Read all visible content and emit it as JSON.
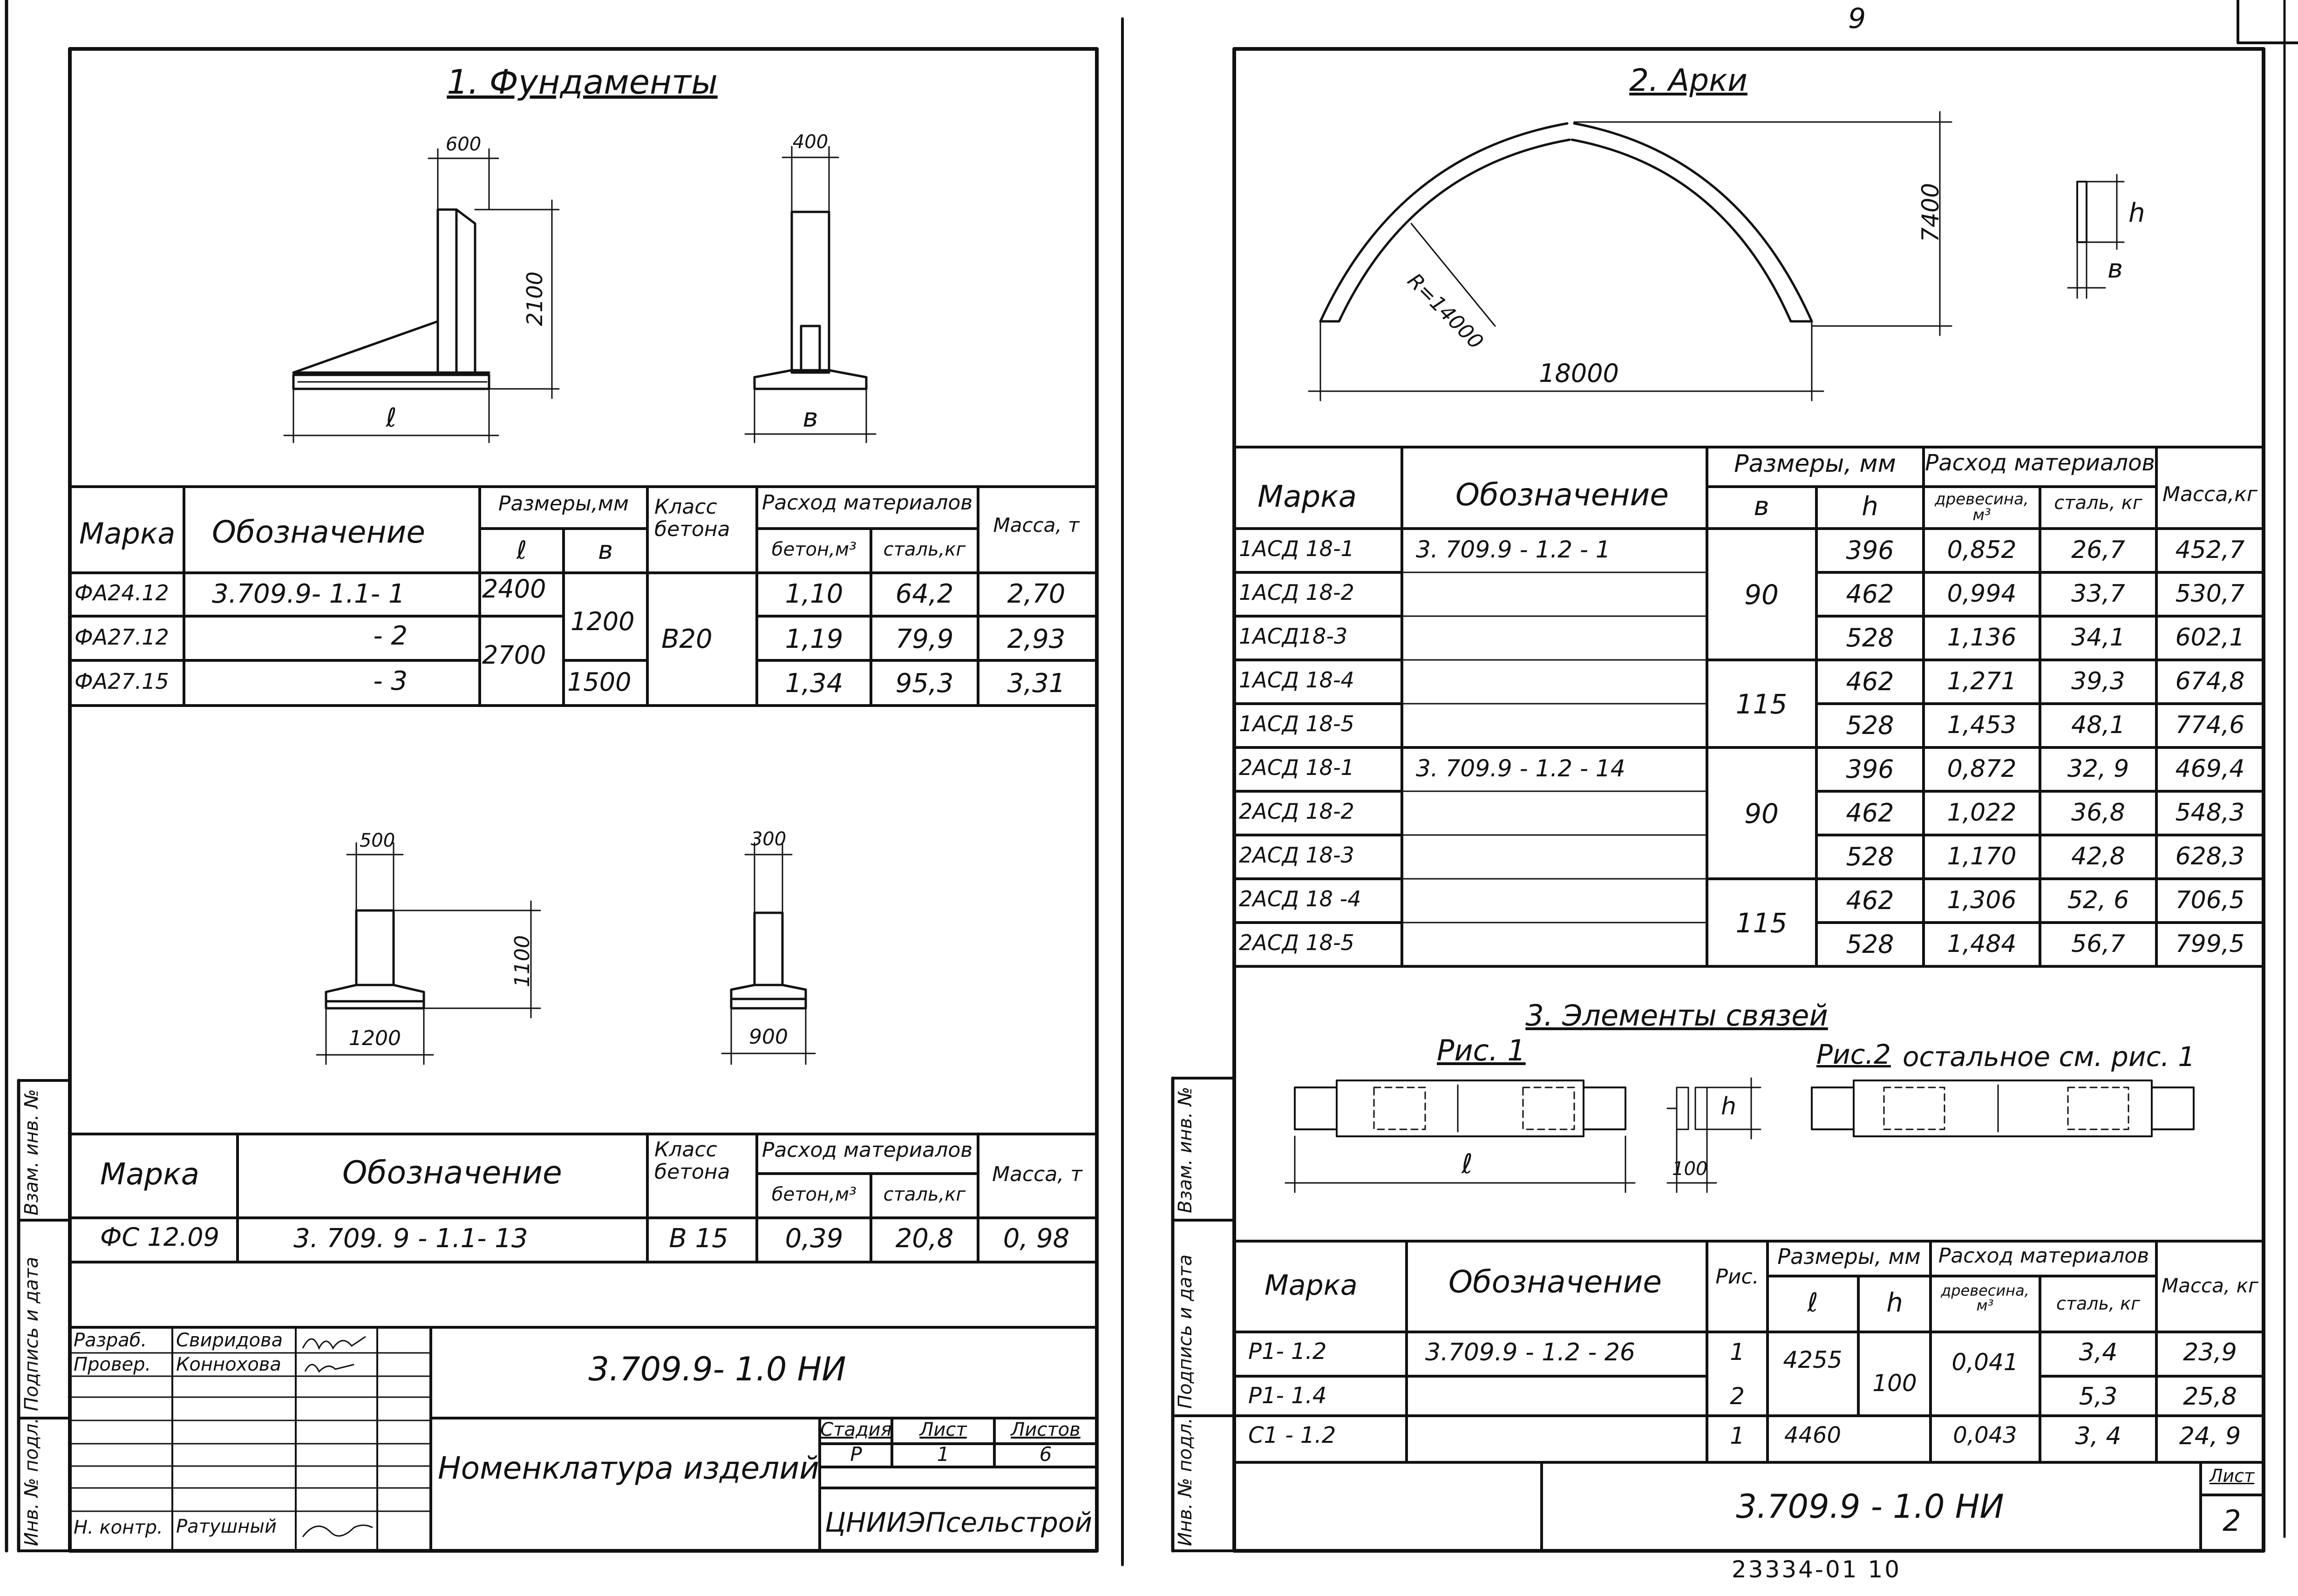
{
  "sheet_number": "9",
  "left": {
    "sec1_title": "1. Фундаменты",
    "dims_top": {
      "d600": "600",
      "d2100": "2100",
      "dl": "ℓ",
      "d400": "400",
      "db": "в"
    },
    "dims_bottom": {
      "d500": "500",
      "d1100": "1100",
      "d1200": "1200",
      "d300": "300",
      "d900": "900"
    },
    "table1": {
      "h_marka": "Марка",
      "h_oboz": "Обозначение",
      "h_razm": "Размеры,мм",
      "h_l": "ℓ",
      "h_b": "в",
      "h_klass": "Класс бетона",
      "h_rashod": "Расход материалов",
      "h_beton": "бетон,м³",
      "h_stal": "сталь,кг",
      "h_massa": "Масса, т",
      "rows": [
        {
          "marka": "ФА24.12",
          "oboz": "3.709.9- 1.1- 1",
          "l": "2400",
          "beton": "1,10",
          "stal": "64,2",
          "massa": "2,70"
        },
        {
          "marka": "ФА27.12",
          "oboz": "- 2",
          "l": "2700",
          "beton": "1,19",
          "stal": "79,9",
          "massa": "2,93"
        },
        {
          "marka": "ФА27.15",
          "oboz": "- 3",
          "b": "1500",
          "beton": "1,34",
          "stal": "95,3",
          "massa": "3,31"
        }
      ],
      "b_merged": "1200",
      "klass_merged": "В20"
    },
    "table2": {
      "h_marka": "Марка",
      "h_oboz": "Обозначение",
      "h_klass": "Класс бетона",
      "h_rashod": "Расход материалов",
      "h_beton": "бетон,м³",
      "h_stal": "сталь,кг",
      "h_massa": "Масса, т",
      "row": {
        "marka": "ФС 12.09",
        "oboz": "3. 709. 9 - 1.1- 13",
        "klass": "В 15",
        "beton": "0,39",
        "stal": "20,8",
        "massa": "0, 98"
      }
    },
    "stamp": {
      "r1_role": "Разраб.",
      "r1_name": "Свиридова",
      "r2_role": "Провер.",
      "r2_name": "Коннохова",
      "r7_role": "Н. контр.",
      "r7_name": "Ратушный",
      "code": "3.709.9- 1.0 НИ",
      "title": "Номенклатура изделий",
      "stadia_h": "Стадия",
      "list_h": "Лист",
      "listov_h": "Листов",
      "stadia": "Р",
      "list": "1",
      "listov": "6",
      "org": "ЦНИИЭПсельстрой"
    },
    "side": {
      "s1": "Взам. инв. №",
      "s2": "Подпись и дата",
      "s3": "Инв. № подл."
    }
  },
  "right": {
    "sec2_title": "2. Арки",
    "arch": {
      "r": "R=14000",
      "h": "7400",
      "span": "18000",
      "hh": "h",
      "bb": "в"
    },
    "table3": {
      "h_marka": "Марка",
      "h_oboz": "Обозначение",
      "h_razm": "Размеры, мм",
      "h_b": "в",
      "h_h": "h",
      "h_rashod": "Расход материалов",
      "h_dr": "древесина, м³",
      "h_stal": "сталь, кг",
      "h_massa": "Масса,кг",
      "rows": [
        {
          "marka": "1АСД 18-1",
          "oboz": "3. 709.9 - 1.2 - 1",
          "h": "396",
          "dr": "0,852",
          "st": "26,7",
          "m": "452,7"
        },
        {
          "marka": "1АСД 18-2",
          "oboz": "",
          "h": "462",
          "dr": "0,994",
          "st": "33,7",
          "m": "530,7"
        },
        {
          "marka": "1АСД18-3",
          "oboz": "",
          "h": "528",
          "dr": "1,136",
          "st": "34,1",
          "m": "602,1"
        },
        {
          "marka": "1АСД 18-4",
          "oboz": "",
          "h": "462",
          "dr": "1,271",
          "st": "39,3",
          "m": "674,8"
        },
        {
          "marka": "1АСД 18-5",
          "oboz": "",
          "h": "528",
          "dr": "1,453",
          "st": "48,1",
          "m": "774,6"
        },
        {
          "marka": "2АСД 18-1",
          "oboz": "3. 709.9 - 1.2 - 14",
          "h": "396",
          "dr": "0,872",
          "st": "32, 9",
          "m": "469,4"
        },
        {
          "marka": "2АСД 18-2",
          "oboz": "",
          "h": "462",
          "dr": "1,022",
          "st": "36,8",
          "m": "548,3"
        },
        {
          "marka": "2АСД 18-3",
          "oboz": "",
          "h": "528",
          "dr": "1,170",
          "st": "42,8",
          "m": "628,3"
        },
        {
          "marka": "2АСД 18 -4",
          "oboz": "",
          "h": "462",
          "dr": "1,306",
          "st": "52, 6",
          "m": "706,5"
        },
        {
          "marka": "2АСД 18-5",
          "oboz": "",
          "h": "528",
          "dr": "1,484",
          "st": "56,7",
          "m": "799,5"
        }
      ],
      "b_groups": [
        "90",
        "115",
        "90",
        "115"
      ]
    },
    "sec3_title": "3. Элементы связей",
    "fig1": "Рис. 1",
    "fig2": "Рис.2",
    "fig2_note": "остальное см. рис. 1",
    "dims_links": {
      "l": "ℓ",
      "h": "h",
      "d100": "100"
    },
    "table4": {
      "h_marka": "Марка",
      "h_oboz": "Обозначение",
      "h_ris": "Рис.",
      "h_razm": "Размеры, мм",
      "h_l": "ℓ",
      "h_h": "h",
      "h_rashod": "Расход материалов",
      "h_dr": "древесина, м³",
      "h_stal": "сталь, кг",
      "h_massa": "Масса, кг",
      "rows": [
        {
          "marka": "Р1- 1.2",
          "oboz": "3.709.9 - 1.2 - 26",
          "ris": "1",
          "st": "3,4",
          "m": "23,9"
        },
        {
          "marka": "Р1- 1.4",
          "oboz": "",
          "ris": "2",
          "st": "5,3",
          "m": "25,8"
        },
        {
          "marka": "С1 - 1.2",
          "oboz": "",
          "ris": "1",
          "l": "4460",
          "dr": "0,043",
          "st": "3, 4",
          "m": "24, 9"
        }
      ],
      "l_merged": "4255",
      "h_merged": "100",
      "dr_merged": "0,041"
    },
    "stamp": {
      "code": "3.709.9 - 1.0 НИ",
      "list_h": "Лист",
      "list": "2"
    },
    "side": {
      "s1": "Взам. инв. №",
      "s2": "Подпись и дата",
      "s3": "Инв. № подл."
    },
    "bottom_code": "23334-01   10"
  }
}
